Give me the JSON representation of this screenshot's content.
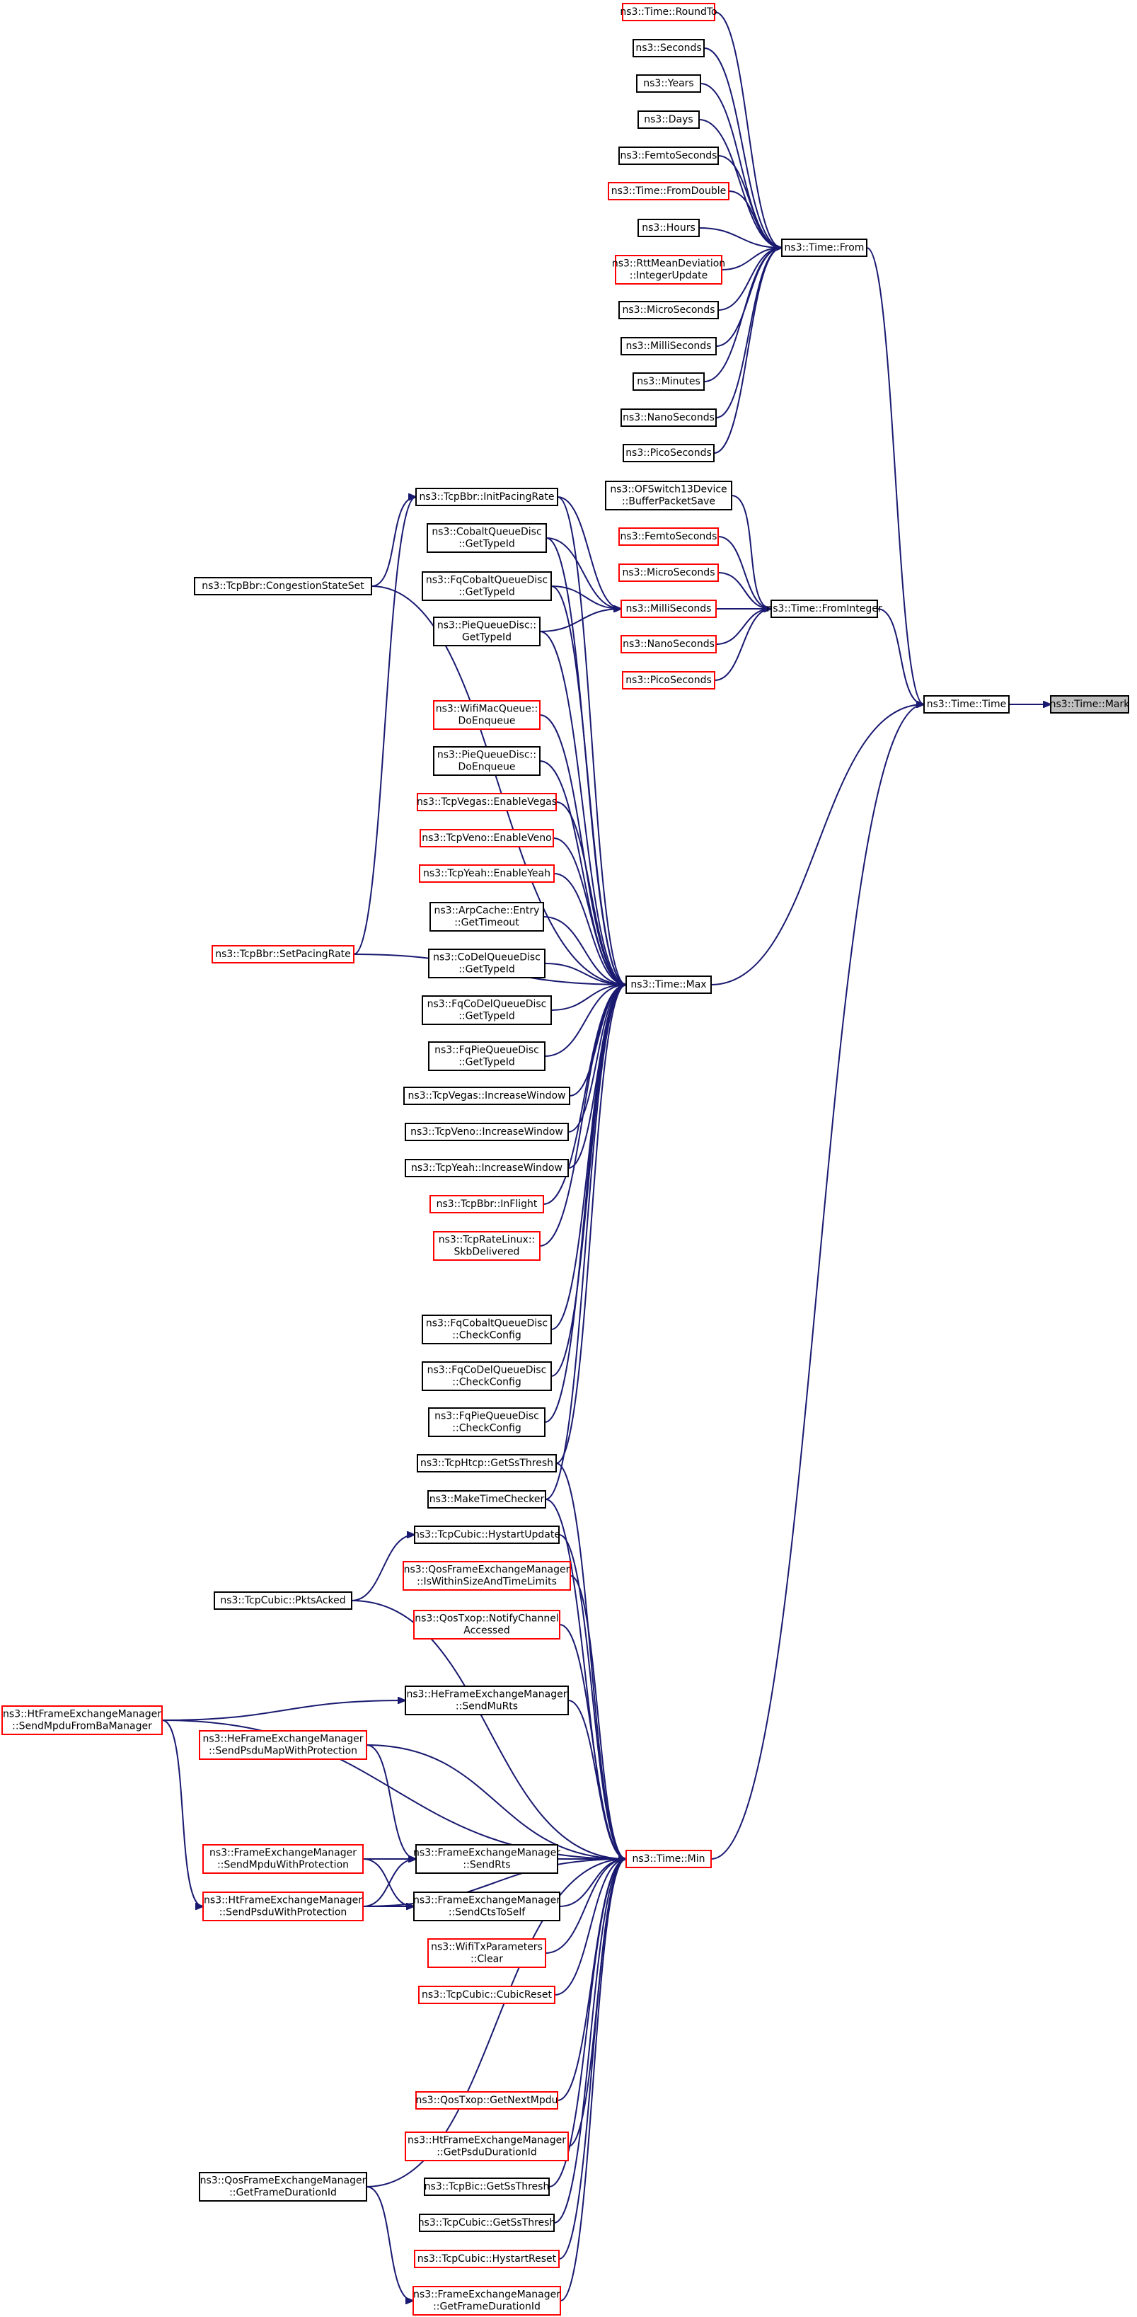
{
  "graph": {
    "nodes": [
      {
        "id": "mark",
        "lines": [
          "ns3::Time::Mark"
        ],
        "style": "focus"
      },
      {
        "id": "time",
        "lines": [
          "ns3::Time::Time"
        ],
        "style": "normal"
      },
      {
        "id": "from",
        "lines": [
          "ns3::Time::From"
        ],
        "style": "normal"
      },
      {
        "id": "frominteger",
        "lines": [
          "ns3::Time::FromInteger"
        ],
        "style": "normal"
      },
      {
        "id": "max",
        "lines": [
          "ns3::Time::Max"
        ],
        "style": "normal"
      },
      {
        "id": "min",
        "lines": [
          "ns3::Time::Min"
        ],
        "style": "red"
      },
      {
        "id": "roundto",
        "lines": [
          "ns3::Time::RoundTo"
        ],
        "style": "red"
      },
      {
        "id": "seconds",
        "lines": [
          "ns3::Seconds"
        ],
        "style": "normal"
      },
      {
        "id": "years",
        "lines": [
          "ns3::Years"
        ],
        "style": "normal"
      },
      {
        "id": "days",
        "lines": [
          "ns3::Days"
        ],
        "style": "normal"
      },
      {
        "id": "femto1",
        "lines": [
          "ns3::FemtoSeconds"
        ],
        "style": "normal"
      },
      {
        "id": "fromdouble",
        "lines": [
          "ns3::Time::FromDouble"
        ],
        "style": "red"
      },
      {
        "id": "hours",
        "lines": [
          "ns3::Hours"
        ],
        "style": "normal"
      },
      {
        "id": "rtt",
        "lines": [
          "ns3::RttMeanDeviation",
          "::IntegerUpdate"
        ],
        "style": "red"
      },
      {
        "id": "micro1",
        "lines": [
          "ns3::MicroSeconds"
        ],
        "style": "normal"
      },
      {
        "id": "milli1",
        "lines": [
          "ns3::MilliSeconds"
        ],
        "style": "normal"
      },
      {
        "id": "minutes",
        "lines": [
          "ns3::Minutes"
        ],
        "style": "normal"
      },
      {
        "id": "nano1",
        "lines": [
          "ns3::NanoSeconds"
        ],
        "style": "normal"
      },
      {
        "id": "pico1",
        "lines": [
          "ns3::PicoSeconds"
        ],
        "style": "normal"
      },
      {
        "id": "ofswitch",
        "lines": [
          "ns3::OFSwitch13Device",
          "::BufferPacketSave"
        ],
        "style": "normal"
      },
      {
        "id": "femto2",
        "lines": [
          "ns3::FemtoSeconds"
        ],
        "style": "red"
      },
      {
        "id": "micro2",
        "lines": [
          "ns3::MicroSeconds"
        ],
        "style": "red"
      },
      {
        "id": "milli2",
        "lines": [
          "ns3::MilliSeconds"
        ],
        "style": "red"
      },
      {
        "id": "nano2",
        "lines": [
          "ns3::NanoSeconds"
        ],
        "style": "red"
      },
      {
        "id": "pico2",
        "lines": [
          "ns3::PicoSeconds"
        ],
        "style": "red"
      },
      {
        "id": "initpacing",
        "lines": [
          "ns3::TcpBbr::InitPacingRate"
        ],
        "style": "normal"
      },
      {
        "id": "cobaltgettype",
        "lines": [
          "ns3::CobaltQueueDisc",
          "::GetTypeId"
        ],
        "style": "normal"
      },
      {
        "id": "fqcobaltgettype",
        "lines": [
          "ns3::FqCobaltQueueDisc",
          "::GetTypeId"
        ],
        "style": "normal"
      },
      {
        "id": "piegettype",
        "lines": [
          "ns3::PieQueueDisc::",
          "GetTypeId"
        ],
        "style": "normal"
      },
      {
        "id": "congestion",
        "lines": [
          "ns3::TcpBbr::CongestionStateSet"
        ],
        "style": "normal"
      },
      {
        "id": "wifimacenq",
        "lines": [
          "ns3::WifiMacQueue::",
          "DoEnqueue"
        ],
        "style": "red"
      },
      {
        "id": "pieenq",
        "lines": [
          "ns3::PieQueueDisc::",
          "DoEnqueue"
        ],
        "style": "normal"
      },
      {
        "id": "vegasenable",
        "lines": [
          "ns3::TcpVegas::EnableVegas"
        ],
        "style": "red"
      },
      {
        "id": "venoenable",
        "lines": [
          "ns3::TcpVeno::EnableVeno"
        ],
        "style": "red"
      },
      {
        "id": "yeahenable",
        "lines": [
          "ns3::TcpYeah::EnableYeah"
        ],
        "style": "red"
      },
      {
        "id": "arpcache",
        "lines": [
          "ns3::ArpCache::Entry",
          "::GetTimeout"
        ],
        "style": "normal"
      },
      {
        "id": "codelgettype",
        "lines": [
          "ns3::CoDelQueueDisc",
          "::GetTypeId"
        ],
        "style": "normal"
      },
      {
        "id": "fqcodelgettype",
        "lines": [
          "ns3::FqCoDelQueueDisc",
          "::GetTypeId"
        ],
        "style": "normal"
      },
      {
        "id": "fqpiegettype",
        "lines": [
          "ns3::FqPieQueueDisc",
          "::GetTypeId"
        ],
        "style": "normal"
      },
      {
        "id": "setpacing",
        "lines": [
          "ns3::TcpBbr::SetPacingRate"
        ],
        "style": "red"
      },
      {
        "id": "vegasinc",
        "lines": [
          "ns3::TcpVegas::IncreaseWindow"
        ],
        "style": "normal"
      },
      {
        "id": "venoinc",
        "lines": [
          "ns3::TcpVeno::IncreaseWindow"
        ],
        "style": "normal"
      },
      {
        "id": "yeahinc",
        "lines": [
          "ns3::TcpYeah::IncreaseWindow"
        ],
        "style": "normal"
      },
      {
        "id": "inflight",
        "lines": [
          "ns3::TcpBbr::InFlight"
        ],
        "style": "red"
      },
      {
        "id": "skb",
        "lines": [
          "ns3::TcpRateLinux::",
          "SkbDelivered"
        ],
        "style": "red"
      },
      {
        "id": "fqcobaltcheck",
        "lines": [
          "ns3::FqCobaltQueueDisc",
          "::CheckConfig"
        ],
        "style": "normal"
      },
      {
        "id": "fqcodelcheck",
        "lines": [
          "ns3::FqCoDelQueueDisc",
          "::CheckConfig"
        ],
        "style": "normal"
      },
      {
        "id": "fqpiecheck",
        "lines": [
          "ns3::FqPieQueueDisc",
          "::CheckConfig"
        ],
        "style": "normal"
      },
      {
        "id": "htcp",
        "lines": [
          "ns3::TcpHtcp::GetSsThresh"
        ],
        "style": "normal"
      },
      {
        "id": "maketime",
        "lines": [
          "ns3::MakeTimeChecker"
        ],
        "style": "normal"
      },
      {
        "id": "hystart",
        "lines": [
          "ns3::TcpCubic::HystartUpdate"
        ],
        "style": "normal"
      },
      {
        "id": "pktsacked",
        "lines": [
          "ns3::TcpCubic::PktsAcked"
        ],
        "style": "normal"
      },
      {
        "id": "qoswithin",
        "lines": [
          "ns3::QosFrameExchangeManager",
          "::IsWithinSizeAndTimeLimits"
        ],
        "style": "red"
      },
      {
        "id": "qosnotify",
        "lines": [
          "ns3::QosTxop::NotifyChannel",
          "Accessed"
        ],
        "style": "red"
      },
      {
        "id": "hesendmurts",
        "lines": [
          "ns3::HeFrameExchangeManager",
          "::SendMuRts"
        ],
        "style": "normal"
      },
      {
        "id": "hesendpsdu",
        "lines": [
          "ns3::HeFrameExchangeManager",
          "::SendPsduMapWithProtection"
        ],
        "style": "red"
      },
      {
        "id": "htsendmpdu",
        "lines": [
          "ns3::HtFrameExchangeManager",
          "::SendMpduFromBaManager"
        ],
        "style": "red"
      },
      {
        "id": "fesendmpdu",
        "lines": [
          "ns3::FrameExchangeManager",
          "::SendMpduWithProtection"
        ],
        "style": "red"
      },
      {
        "id": "fesendrts",
        "lines": [
          "ns3::FrameExchangeManager",
          "::SendRts"
        ],
        "style": "normal"
      },
      {
        "id": "htsendpsdu",
        "lines": [
          "ns3::HtFrameExchangeManager",
          "::SendPsduWithProtection"
        ],
        "style": "red"
      },
      {
        "id": "fesendcts",
        "lines": [
          "ns3::FrameExchangeManager",
          "::SendCtsToSelf"
        ],
        "style": "normal"
      },
      {
        "id": "wifitxclear",
        "lines": [
          "ns3::WifiTxParameters",
          "::Clear"
        ],
        "style": "red"
      },
      {
        "id": "cubicreset",
        "lines": [
          "ns3::TcpCubic::CubicReset"
        ],
        "style": "red"
      },
      {
        "id": "qosgetnext",
        "lines": [
          "ns3::QosTxop::GetNextMpdu"
        ],
        "style": "red"
      },
      {
        "id": "htgetpsdu",
        "lines": [
          "ns3::HtFrameExchangeManager",
          "::GetPsduDurationId"
        ],
        "style": "red"
      },
      {
        "id": "bicss",
        "lines": [
          "ns3::TcpBic::GetSsThresh"
        ],
        "style": "normal"
      },
      {
        "id": "qosgetframe",
        "lines": [
          "ns3::QosFrameExchangeManager",
          "::GetFrameDurationId"
        ],
        "style": "normal"
      },
      {
        "id": "cubicss",
        "lines": [
          "ns3::TcpCubic::GetSsThresh"
        ],
        "style": "normal"
      },
      {
        "id": "cubichystartreset",
        "lines": [
          "ns3::TcpCubic::HystartReset"
        ],
        "style": "red"
      },
      {
        "id": "fegetframe",
        "lines": [
          "ns3::FrameExchangeManager",
          "::GetFrameDurationId"
        ],
        "style": "red"
      }
    ],
    "edges": [
      [
        "time",
        "mark"
      ],
      [
        "from",
        "time"
      ],
      [
        "frominteger",
        "time"
      ],
      [
        "max",
        "time"
      ],
      [
        "min",
        "time"
      ],
      [
        "roundto",
        "from"
      ],
      [
        "seconds",
        "from"
      ],
      [
        "years",
        "from"
      ],
      [
        "days",
        "from"
      ],
      [
        "femto1",
        "from"
      ],
      [
        "fromdouble",
        "from"
      ],
      [
        "hours",
        "from"
      ],
      [
        "rtt",
        "from"
      ],
      [
        "micro1",
        "from"
      ],
      [
        "milli1",
        "from"
      ],
      [
        "minutes",
        "from"
      ],
      [
        "nano1",
        "from"
      ],
      [
        "pico1",
        "from"
      ],
      [
        "ofswitch",
        "frominteger"
      ],
      [
        "femto2",
        "frominteger"
      ],
      [
        "micro2",
        "frominteger"
      ],
      [
        "milli2",
        "frominteger"
      ],
      [
        "nano2",
        "frominteger"
      ],
      [
        "pico2",
        "frominteger"
      ],
      [
        "initpacing",
        "milli2"
      ],
      [
        "cobaltgettype",
        "milli2"
      ],
      [
        "fqcobaltgettype",
        "milli2"
      ],
      [
        "piegettype",
        "milli2"
      ],
      [
        "congestion",
        "initpacing"
      ],
      [
        "setpacing",
        "initpacing"
      ],
      [
        "initpacing",
        "max"
      ],
      [
        "cobaltgettype",
        "max"
      ],
      [
        "fqcobaltgettype",
        "max"
      ],
      [
        "piegettype",
        "max"
      ],
      [
        "congestion",
        "max"
      ],
      [
        "wifimacenq",
        "max"
      ],
      [
        "pieenq",
        "max"
      ],
      [
        "vegasenable",
        "max"
      ],
      [
        "venoenable",
        "max"
      ],
      [
        "yeahenable",
        "max"
      ],
      [
        "arpcache",
        "max"
      ],
      [
        "codelgettype",
        "max"
      ],
      [
        "fqcodelgettype",
        "max"
      ],
      [
        "fqpiegettype",
        "max"
      ],
      [
        "setpacing",
        "max"
      ],
      [
        "vegasinc",
        "max"
      ],
      [
        "venoinc",
        "max"
      ],
      [
        "yeahinc",
        "max"
      ],
      [
        "inflight",
        "max"
      ],
      [
        "skb",
        "max"
      ],
      [
        "fqcobaltcheck",
        "max"
      ],
      [
        "fqcodelcheck",
        "max"
      ],
      [
        "fqpiecheck",
        "max"
      ],
      [
        "htcp",
        "max"
      ],
      [
        "maketime",
        "max"
      ],
      [
        "pktsacked",
        "hystart"
      ],
      [
        "htsendmpdu",
        "hesendmurts"
      ],
      [
        "fesendmpdu",
        "fesendrts"
      ],
      [
        "hesendpsdu",
        "fesendrts"
      ],
      [
        "htsendpsdu",
        "fesendrts"
      ],
      [
        "htsendpsdu",
        "fesendcts"
      ],
      [
        "fesendmpdu",
        "fesendcts"
      ],
      [
        "htsendmpdu",
        "htsendpsdu"
      ],
      [
        "htcp",
        "min"
      ],
      [
        "maketime",
        "min"
      ],
      [
        "hystart",
        "min"
      ],
      [
        "pktsacked",
        "min"
      ],
      [
        "qoswithin",
        "min"
      ],
      [
        "qosnotify",
        "min"
      ],
      [
        "hesendmurts",
        "min"
      ],
      [
        "hesendpsdu",
        "min"
      ],
      [
        "htsendmpdu",
        "min"
      ],
      [
        "fesendmpdu",
        "min"
      ],
      [
        "fesendrts",
        "min"
      ],
      [
        "htsendpsdu",
        "min"
      ],
      [
        "fesendcts",
        "min"
      ],
      [
        "wifitxclear",
        "min"
      ],
      [
        "cubicreset",
        "min"
      ],
      [
        "qosgetnext",
        "min"
      ],
      [
        "htgetpsdu",
        "min"
      ],
      [
        "bicss",
        "min"
      ],
      [
        "qosgetframe",
        "min"
      ],
      [
        "cubicss",
        "min"
      ],
      [
        "cubichystartreset",
        "min"
      ],
      [
        "fegetframe",
        "min"
      ],
      [
        "qosgetframe",
        "fegetframe"
      ]
    ]
  }
}
